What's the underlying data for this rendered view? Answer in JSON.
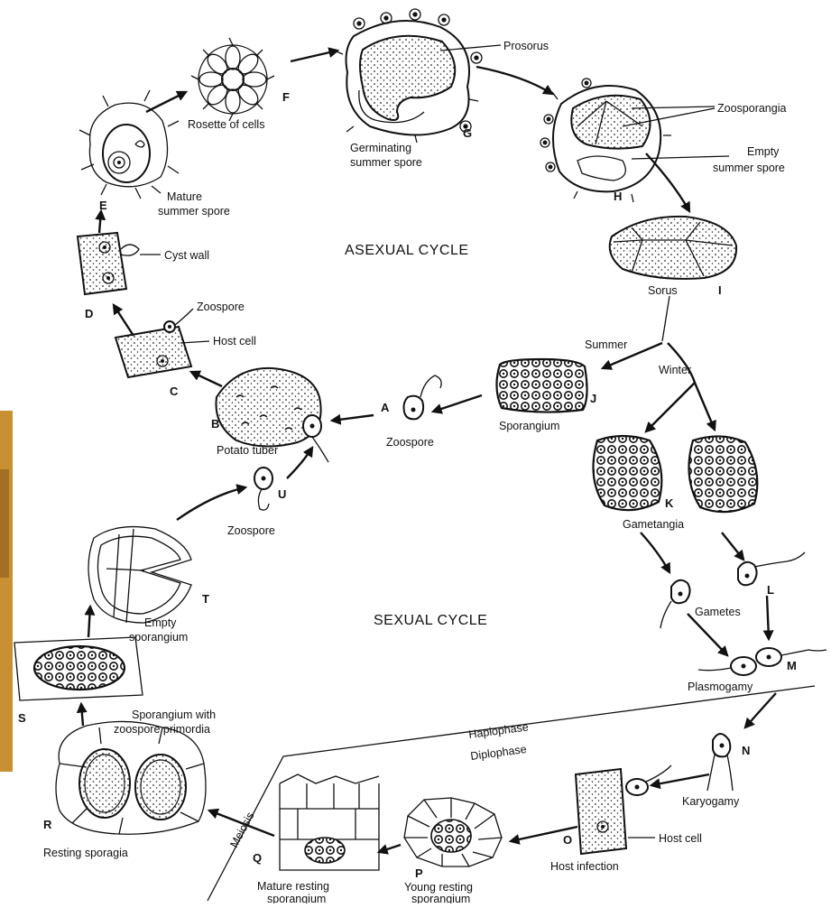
{
  "diagram": {
    "cycle_titles": {
      "asexual": "ASEXUAL CYCLE",
      "sexual": "SEXUAL CYCLE"
    },
    "phase_labels": {
      "haplophase": "Haplophase",
      "diplophase": "Diplophase",
      "meiosis": "Meiosis"
    },
    "branch_labels": {
      "summer": "Summer",
      "winter": "Winter"
    },
    "stages": {
      "A": {
        "letter": "A",
        "label": "Zoospore"
      },
      "B": {
        "letter": "B",
        "label": "Potato tuber"
      },
      "C": {
        "letter": "C",
        "zoospore": "Zoospore",
        "host_cell": "Host cell"
      },
      "D": {
        "letter": "D",
        "label": "Cyst wall"
      },
      "E": {
        "letter": "E",
        "label_line1": "Mature",
        "label_line2": "summer spore"
      },
      "F": {
        "letter": "F",
        "label": "Rosette of cells"
      },
      "G": {
        "letter": "G",
        "label_line1": "Germinating",
        "label_line2": "summer spore",
        "callout": "Prosorus"
      },
      "H": {
        "letter": "H",
        "callout1": "Zoosporangia",
        "callout2_line1": "Empty",
        "callout2_line2": "summer spore"
      },
      "I": {
        "letter": "I",
        "label": "Sorus"
      },
      "J": {
        "letter": "J",
        "label": "Sporangium"
      },
      "K": {
        "letter": "K",
        "label": "Gametangia"
      },
      "L": {
        "letter": "L",
        "label": "Gametes"
      },
      "M": {
        "letter": "M",
        "label": "Plasmogamy"
      },
      "N": {
        "letter": "N",
        "label": "Karyogamy"
      },
      "O": {
        "letter": "O",
        "label": "Host infection",
        "callout": "Host cell"
      },
      "P": {
        "letter": "P",
        "label_line1": "Young resting",
        "label_line2": "sporangium"
      },
      "Q": {
        "letter": "Q",
        "label_line1": "Mature resting",
        "label_line2": "sporangium"
      },
      "R": {
        "letter": "R",
        "label": "Resting sporagia"
      },
      "S": {
        "letter": "S",
        "label_line1": "Sporangium with",
        "label_line2": "zoospore primordia"
      },
      "T": {
        "letter": "T",
        "label_line1": "Empty",
        "label_line2": "sporangium"
      },
      "U": {
        "letter": "U",
        "label": "Zoospore"
      }
    }
  }
}
